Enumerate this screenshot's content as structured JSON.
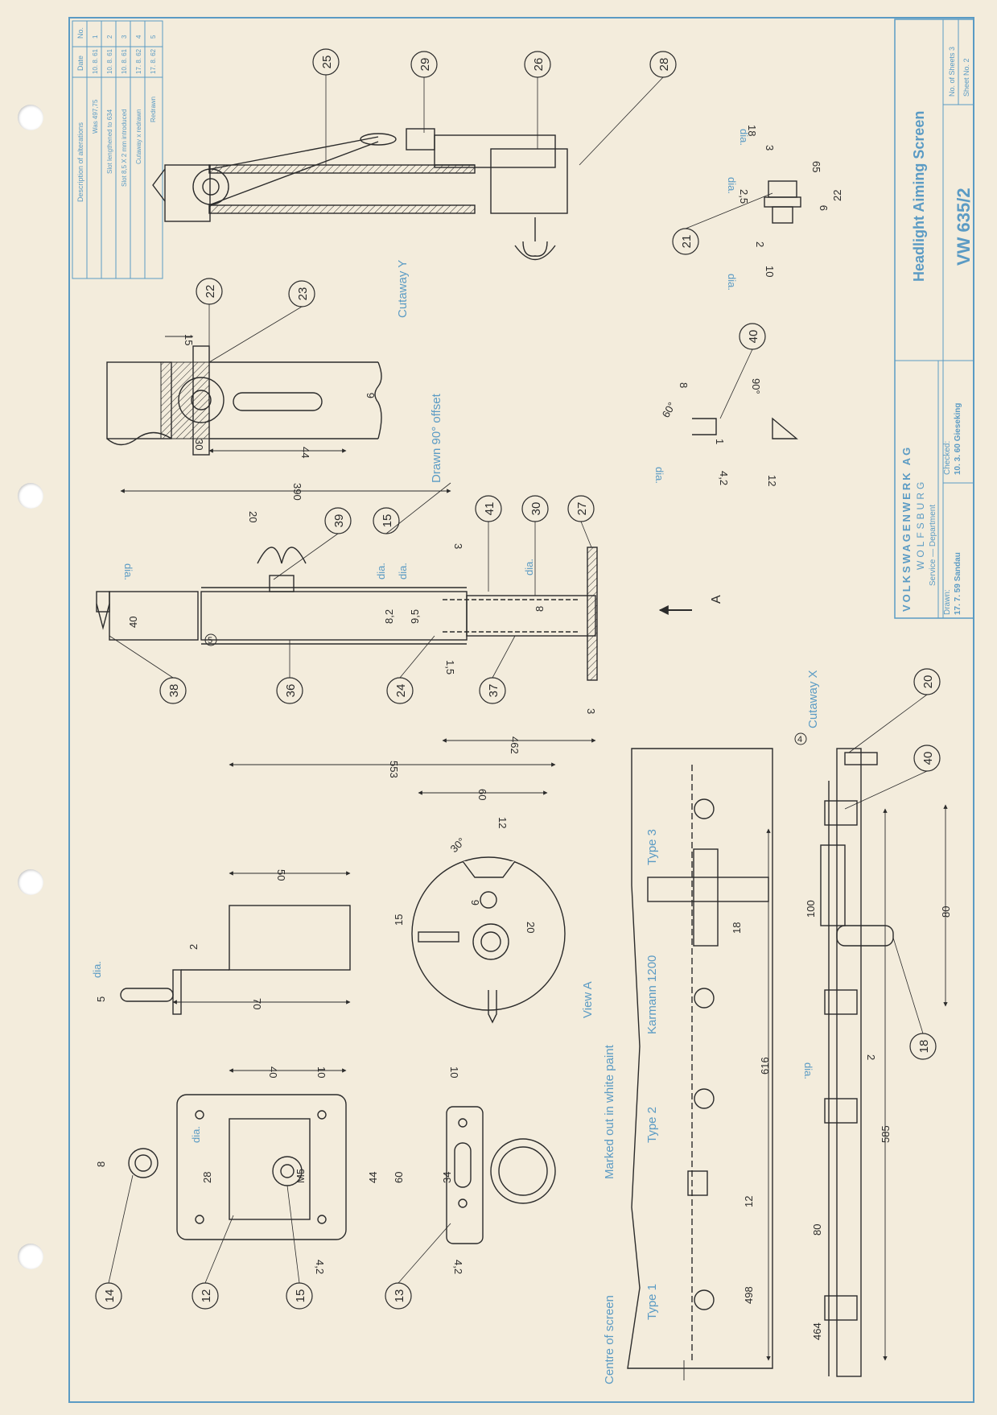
{
  "colors": {
    "paper": "#f3ecdc",
    "line": "#2b2b2b",
    "blue": "#5b9bc4"
  },
  "alterations": {
    "headers": [
      "No.",
      "Date",
      "Description of alterations"
    ],
    "rows": [
      [
        "1",
        "10. 8. 61",
        "Was 497,75"
      ],
      [
        "2",
        "10. 8. 61",
        "Slot lengthened to 634"
      ],
      [
        "3",
        "10. 8. 61",
        "Slot 8,5 X 2 mm introduced"
      ],
      [
        "4",
        "17. 8. 62",
        "Cutaway x redrawn"
      ],
      [
        "5",
        "17. 8. 62",
        "Redrawn"
      ]
    ]
  },
  "title_block": {
    "company": "VOLKSWAGENWERK AG",
    "city": "WOLFSBURG",
    "department": "Service — Department",
    "drawn_label": "Drawn:",
    "drawn_value": "17. 7. 59 Sandau",
    "checked_label": "Checked:",
    "checked_value": "10. 3. 60 Gieseking",
    "title": "Headlight Aiming Screen",
    "number": "VW 635/2",
    "sheets_count": "No. of Sheets 3",
    "sheet_no": "Sheet No. 2"
  },
  "labels": {
    "cutaway_y": "Cutaway Y",
    "cutaway_x": "Cutaway X",
    "drawn_offset": "Drawn 90° offset",
    "view_a": "View A",
    "arrow_a": "A",
    "karmann": "Karmann 1200",
    "type1": "Type 1",
    "type2": "Type 2",
    "type3": "Type 3",
    "marked_out": "Marked out in white paint",
    "centre": "Centre of screen",
    "rev4": "4",
    "rev5": "5"
  },
  "balloons": [
    "25",
    "29",
    "26",
    "28",
    "22",
    "23",
    "21",
    "40",
    "39",
    "15",
    "41",
    "30",
    "27",
    "38",
    "36",
    "24",
    "37",
    "20",
    "40",
    "18",
    "14",
    "12",
    "15",
    "13"
  ],
  "dims": {
    "d18": "18",
    "d65": "65",
    "d22": "22",
    "d9": "9",
    "d10": "10",
    "d2": "2",
    "d25": "2,5",
    "d3": "3",
    "dia": "dia.",
    "d15": "15",
    "d6": "6",
    "d30": "30",
    "d44": "44",
    "d8": "8",
    "d60deg": "60°",
    "d90deg": "90°",
    "d42": "4,2",
    "d12": "12",
    "d1": "1",
    "d390": "390",
    "d20": "20",
    "d40": "40",
    "d82": "8,2",
    "d95": "9,5",
    "d8dia": "8",
    "d15b": "1,5",
    "d462": "462",
    "d553": "553",
    "d60": "60",
    "d30deg": "30°",
    "d50": "50",
    "d5": "5",
    "d70": "70",
    "d100": "100",
    "d80": "80",
    "d616": "616",
    "d585": "585",
    "d498": "498",
    "d464": "464",
    "d28": "28",
    "dm5": "M5",
    "d34": "34"
  }
}
